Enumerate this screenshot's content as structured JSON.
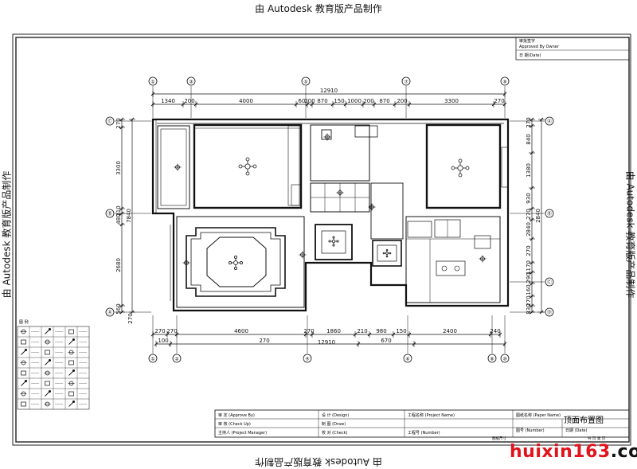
{
  "watermark": "由 Autodesk 教育版产品制作",
  "drawing_title": "顶面布置图",
  "brand": {
    "part1": "huixin163",
    "part2": ".com"
  },
  "approval_box": {
    "line1": "审批签字",
    "line2": "Approved By Owner",
    "line3": "日 期(Date)"
  },
  "title_block": {
    "approve": "审 定 (Approve By)",
    "check": "审 核 (Check Up)",
    "manager": "主持人 (Project Manager)",
    "design": "设 计 (Design)",
    "draw": "制 图 (Draw)",
    "verify": "校 对 (Check)",
    "project_name": "工程名称 (Project Name)",
    "project_no": "工程号 (Number)",
    "paper_name": "图纸名称 (Paper Name)",
    "paper_no": "图号 (Number)",
    "date": "日期 (Date)",
    "bottom_left": "图纸尺寸",
    "bottom_right": "共 页  第 页"
  },
  "legend": {
    "title": "图 例",
    "rows": 8
  },
  "grid": {
    "top_letters": [
      "①",
      "③",
      "⑤",
      "⑦",
      "⑨"
    ],
    "bottom_letters": [
      "①",
      "②",
      "④",
      "⑥",
      "⑧",
      "⑩"
    ],
    "left_letters": [
      "Ⓐ",
      "Ⓑ",
      "Ⓒ",
      "Ⓓ"
    ],
    "right_letters": [
      "Ⓐ",
      "Ⓑ",
      "Ⓒ",
      "Ⓓ"
    ]
  },
  "dimensions": {
    "top_total": "12910",
    "top_row1": [
      "1340",
      "200",
      "4000",
      "60",
      "200",
      "870",
      "150",
      "1000",
      "200",
      "870",
      "200",
      "3300",
      "270"
    ],
    "bottom_row1": [
      "270",
      "270",
      "4600",
      "270",
      "1860",
      "210",
      "980",
      "150",
      "2400",
      "240"
    ],
    "bottom_row2": [
      "100",
      "270",
      "670",
      "12910"
    ],
    "left": [
      "270",
      "3300",
      "210",
      "480",
      "7840",
      "2680",
      "560",
      "270"
    ],
    "right": [
      "270",
      "840",
      "1380",
      "930",
      "270",
      "2840",
      "270",
      "1170",
      "290",
      "160",
      "270",
      "830",
      "180"
    ]
  }
}
